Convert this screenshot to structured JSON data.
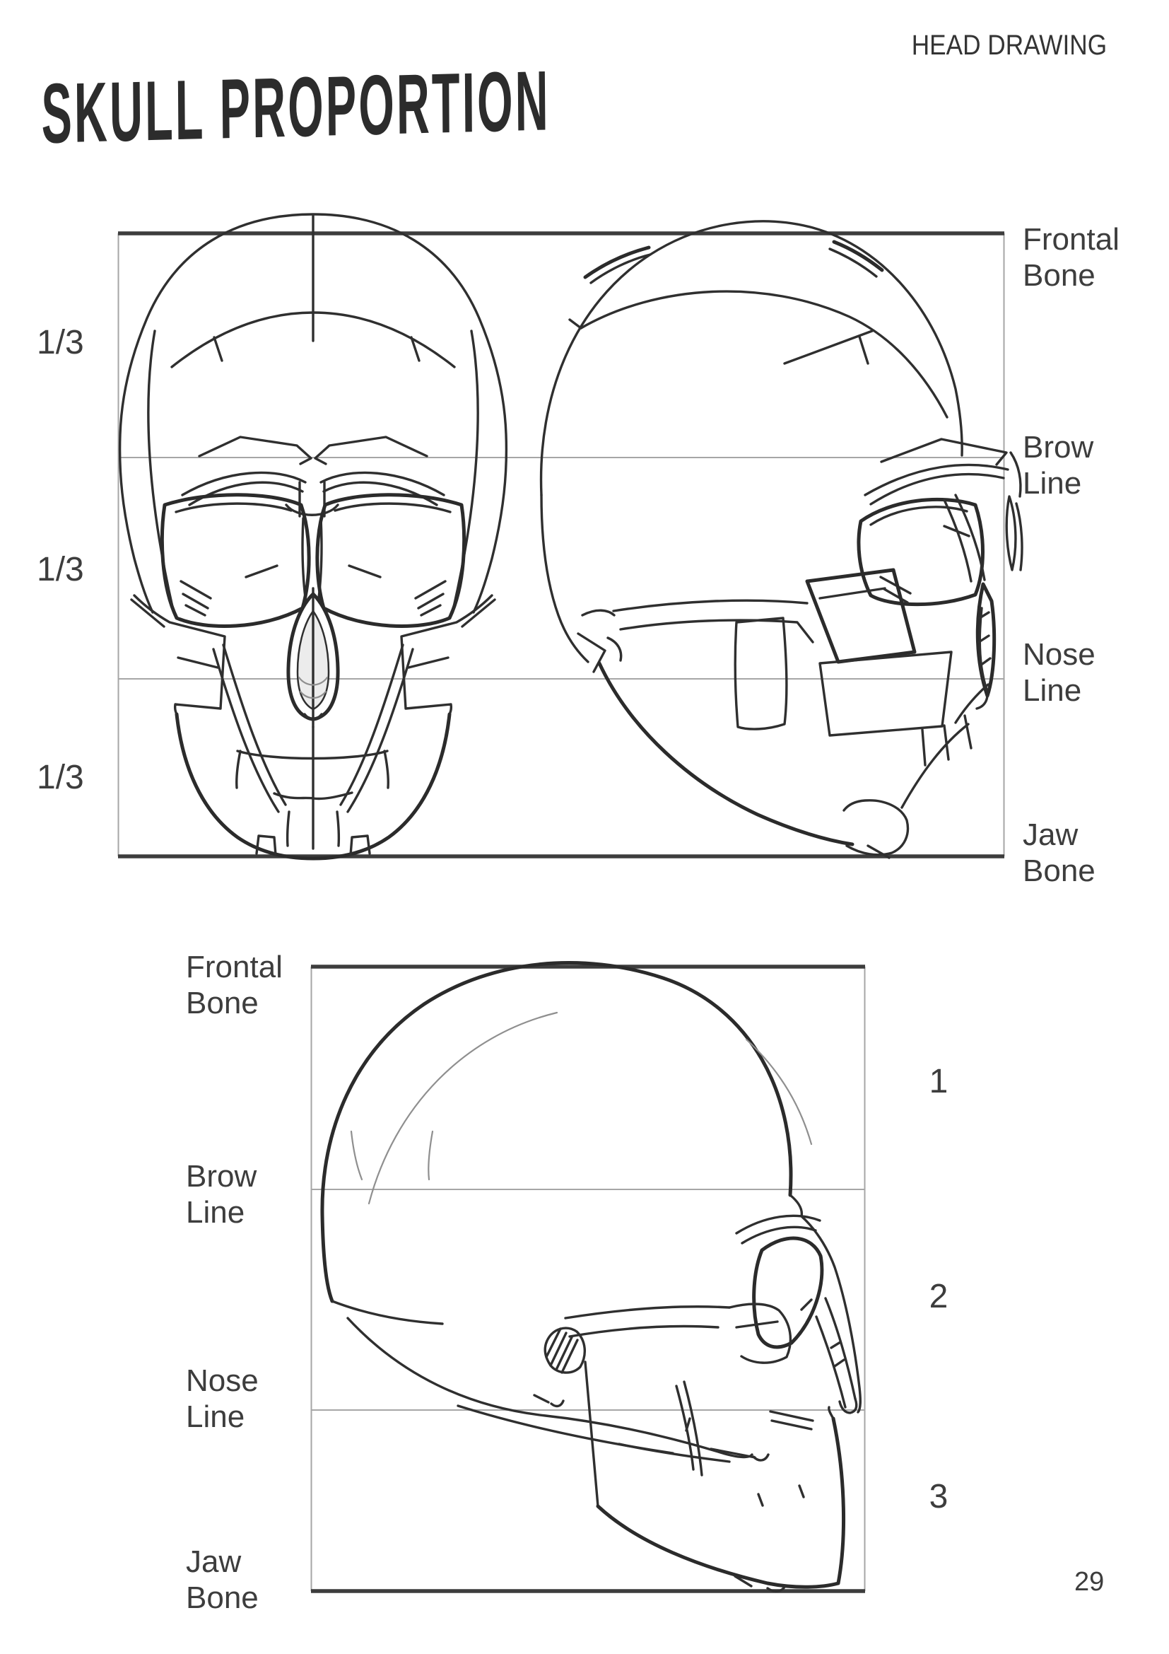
{
  "page": {
    "header": "HEAD DRAWING",
    "title": "SKULL PROPORTION",
    "page_number": "29"
  },
  "colors": {
    "background": "#ffffff",
    "ink": "#2f2f2f",
    "frame_dark": "#3d3d3d",
    "frame_light": "#a6a6a6",
    "text": "#3d3d3d",
    "nasal_shading": "#ececec"
  },
  "top_diagram": {
    "fraction_labels": [
      "1/3",
      "1/3",
      "1/3"
    ],
    "right_labels": [
      "Frontal\nBone",
      "Brow\nLine",
      "Nose\nLine",
      "Jaw\nBone"
    ]
  },
  "bottom_diagram": {
    "left_labels": [
      "Frontal\nBone",
      "Brow\nLine",
      "Nose\nLine",
      "Jaw\nBone"
    ],
    "numbers": [
      "1",
      "2",
      "3"
    ]
  }
}
